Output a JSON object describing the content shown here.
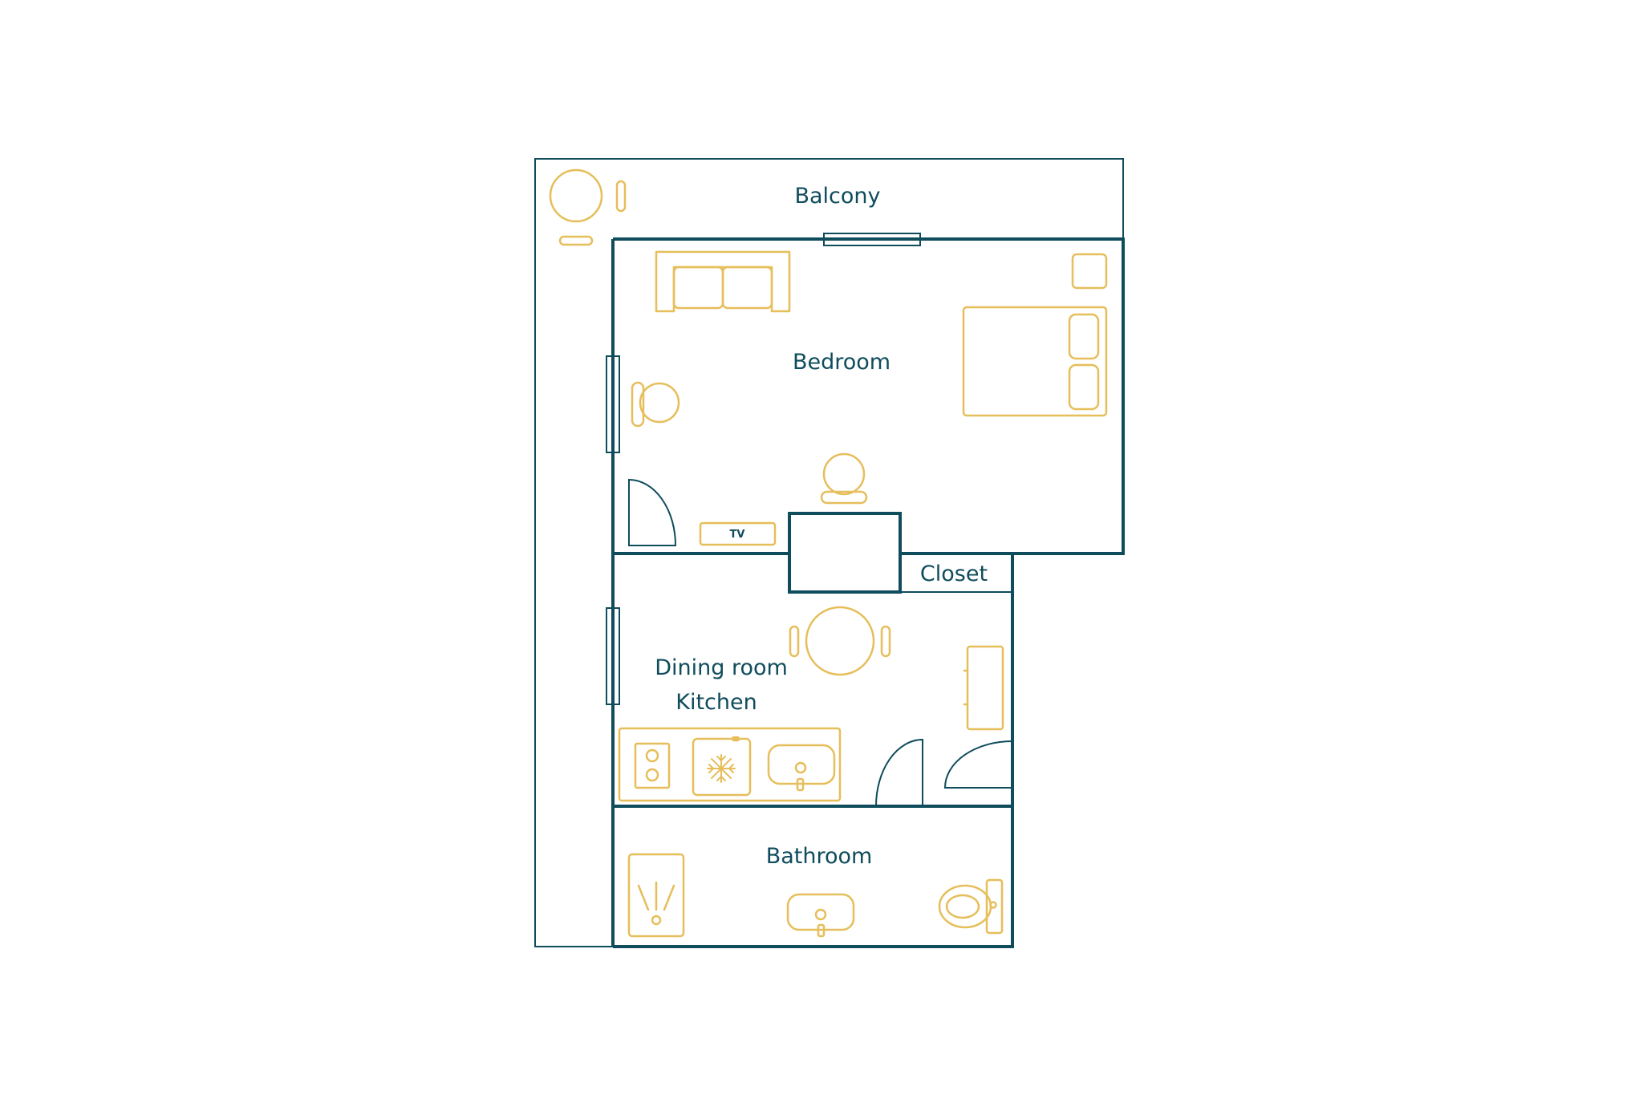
{
  "colors": {
    "wall": "#0f4c5c",
    "furniture": "#e6be5a",
    "background": "#ffffff"
  },
  "rooms": {
    "balcony": "Balcony",
    "bedroom": "Bedroom",
    "closet": "Closet",
    "dining": "Dining room",
    "kitchen": "Kitchen",
    "bathroom": "Bathroom"
  },
  "furniture": {
    "tv_label": "TV",
    "icons": [
      "round-table-icon",
      "chair-icon",
      "sofa-icon",
      "bed-icon",
      "nightstand-icon",
      "armchair-icon",
      "stool-icon",
      "stove-icon",
      "fridge-icon",
      "sink-icon",
      "shower-icon",
      "toilet-icon",
      "sideboard-icon"
    ]
  }
}
